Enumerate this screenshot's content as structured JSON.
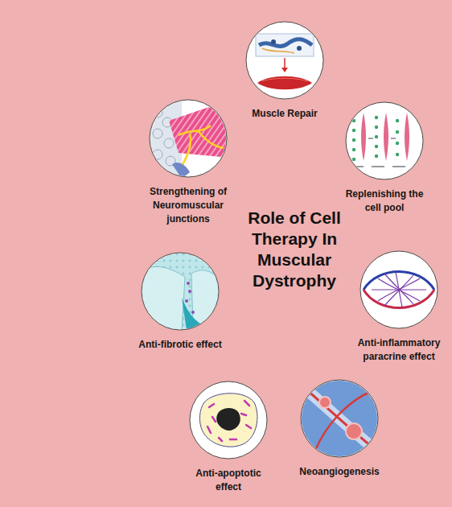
{
  "diagram": {
    "title": "Role of Cell Therapy In Muscular Dystrophy",
    "nodes": [
      {
        "text": [
          "Muscle Repair"
        ]
      },
      {
        "text": [
          "Strengthening of Neuromuscular junctions"
        ]
      },
      {
        "text": [
          "Replenishing the cell pool"
        ]
      },
      {
        "text": [
          "Anti-fibrotic effect"
        ]
      },
      {
        "text": [
          "Anti-inflammatory paracrine effect"
        ]
      },
      {
        "text": [
          "Anti-apoptotic effect"
        ]
      },
      {
        "text": [
          "Neoangiogenesis"
        ]
      }
    ]
  }
}
